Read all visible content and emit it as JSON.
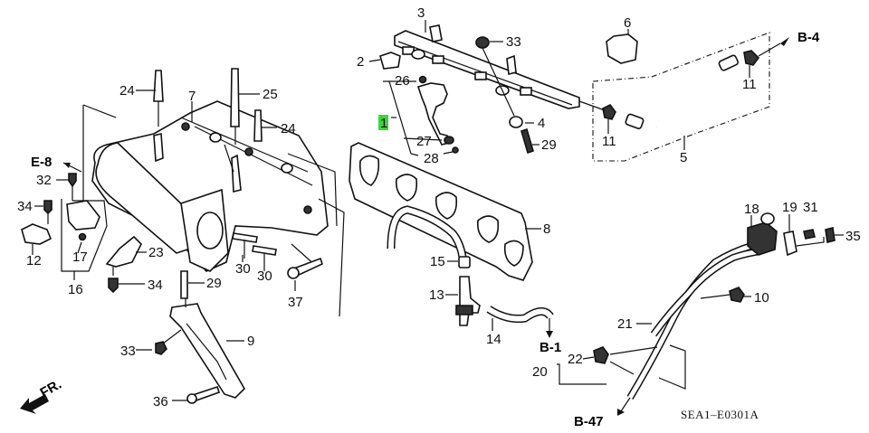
{
  "diagram": {
    "title_code": "SEA1–E0301A",
    "highlight_color": "#3cd63c",
    "highlighted_callout": "1",
    "front_indicator": "FR.",
    "callouts": [
      {
        "id": "c1",
        "label": "1"
      },
      {
        "id": "c2",
        "label": "2"
      },
      {
        "id": "c3",
        "label": "3"
      },
      {
        "id": "c4",
        "label": "4"
      },
      {
        "id": "c5",
        "label": "5"
      },
      {
        "id": "c6",
        "label": "6"
      },
      {
        "id": "c7",
        "label": "7"
      },
      {
        "id": "c8",
        "label": "8"
      },
      {
        "id": "c9",
        "label": "9"
      },
      {
        "id": "c10",
        "label": "10"
      },
      {
        "id": "c11a",
        "label": "11"
      },
      {
        "id": "c11b",
        "label": "11"
      },
      {
        "id": "c12",
        "label": "12"
      },
      {
        "id": "c13",
        "label": "13"
      },
      {
        "id": "c14",
        "label": "14"
      },
      {
        "id": "c15",
        "label": "15"
      },
      {
        "id": "c16",
        "label": "16"
      },
      {
        "id": "c17",
        "label": "17"
      },
      {
        "id": "c18",
        "label": "18"
      },
      {
        "id": "c19",
        "label": "19"
      },
      {
        "id": "c20",
        "label": "20"
      },
      {
        "id": "c21",
        "label": "21"
      },
      {
        "id": "c22",
        "label": "22"
      },
      {
        "id": "c23",
        "label": "23"
      },
      {
        "id": "c24a",
        "label": "24"
      },
      {
        "id": "c24b",
        "label": "24"
      },
      {
        "id": "c25",
        "label": "25"
      },
      {
        "id": "c26",
        "label": "26"
      },
      {
        "id": "c27",
        "label": "27"
      },
      {
        "id": "c28",
        "label": "28"
      },
      {
        "id": "c29a",
        "label": "29"
      },
      {
        "id": "c29b",
        "label": "29"
      },
      {
        "id": "c30a",
        "label": "30"
      },
      {
        "id": "c30b",
        "label": "30"
      },
      {
        "id": "c31",
        "label": "31"
      },
      {
        "id": "c32",
        "label": "32"
      },
      {
        "id": "c33a",
        "label": "33"
      },
      {
        "id": "c33b",
        "label": "33"
      },
      {
        "id": "c34a",
        "label": "34"
      },
      {
        "id": "c34b",
        "label": "34"
      },
      {
        "id": "c35",
        "label": "35"
      },
      {
        "id": "c36",
        "label": "36"
      },
      {
        "id": "c37",
        "label": "37"
      }
    ],
    "references": [
      {
        "id": "b4",
        "label": "B-4"
      },
      {
        "id": "e8",
        "label": "E-8"
      },
      {
        "id": "b1",
        "label": "B-1"
      },
      {
        "id": "b47",
        "label": "B-47"
      }
    ]
  }
}
